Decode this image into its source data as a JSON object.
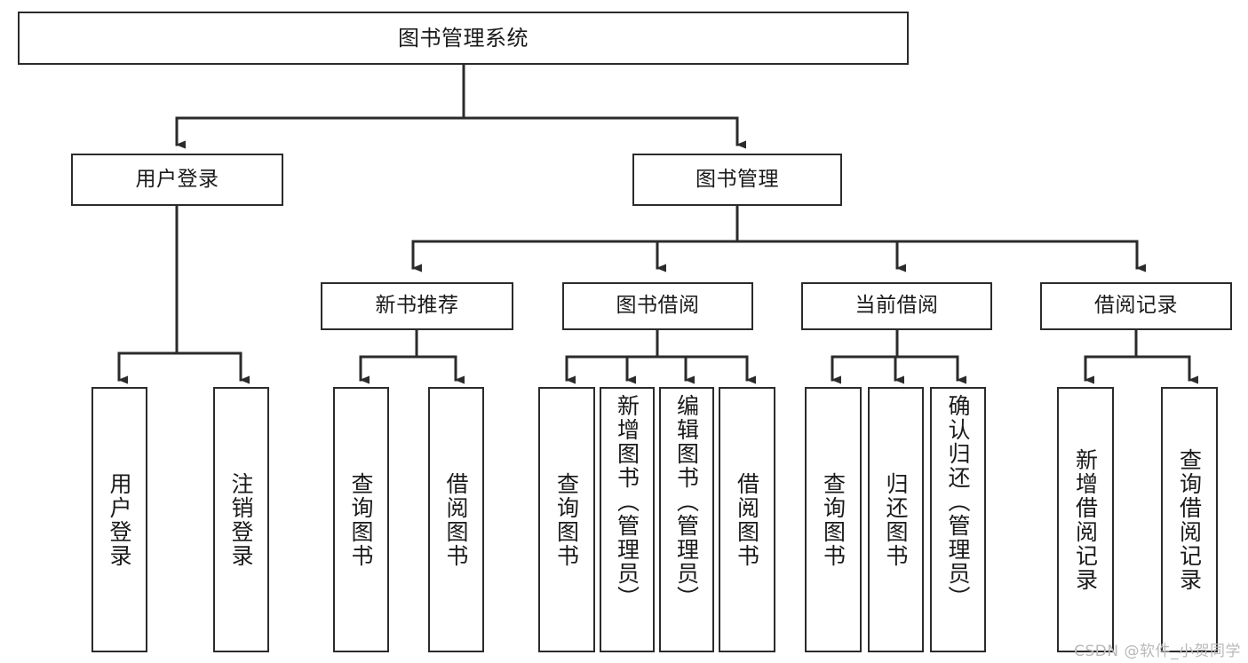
{
  "diagram": {
    "type": "tree-hierarchy-diagram",
    "title": "图书管理系统",
    "watermark": "CSDN @软件_小贺同学",
    "nodes": {
      "root": {
        "label": "图书管理系统"
      },
      "level2": [
        {
          "id": "user-login",
          "label": "用户登录"
        },
        {
          "id": "book-manage",
          "label": "图书管理"
        }
      ],
      "level3": [
        {
          "id": "new-book-recommend",
          "label": "新书推荐"
        },
        {
          "id": "book-borrow",
          "label": "图书借阅"
        },
        {
          "id": "current-borrow",
          "label": "当前借阅"
        },
        {
          "id": "borrow-record",
          "label": "借阅记录"
        }
      ],
      "leaves": {
        "user-login": [
          {
            "id": "leaf-user-login",
            "label": "用户登录"
          },
          {
            "id": "leaf-logout-login",
            "label": "注销登录"
          }
        ],
        "new-book-recommend": [
          {
            "id": "leaf-query-book-1",
            "label": "查询图书"
          },
          {
            "id": "leaf-borrow-book-1",
            "label": "借阅图书"
          }
        ],
        "book-borrow": [
          {
            "id": "leaf-query-book-2",
            "label": "查询图书"
          },
          {
            "id": "leaf-add-book",
            "label": "新增图书（管理员）"
          },
          {
            "id": "leaf-edit-book",
            "label": "编辑图书（管理员）"
          },
          {
            "id": "leaf-borrow-book-2",
            "label": "借阅图书"
          }
        ],
        "current-borrow": [
          {
            "id": "leaf-query-book-3",
            "label": "查询图书"
          },
          {
            "id": "leaf-return-book",
            "label": "归还图书"
          },
          {
            "id": "leaf-confirm-return",
            "label": "确认归还（管理员）"
          }
        ],
        "borrow-record": [
          {
            "id": "leaf-add-borrow-record",
            "label": "新增借阅记录"
          },
          {
            "id": "leaf-query-borrow-record",
            "label": "查询借阅记录"
          }
        ]
      }
    },
    "colors": {
      "stroke": "#2b2b2b",
      "fill": "#ffffff",
      "text": "#1a1a1a",
      "watermark": "#b9b9b9"
    }
  }
}
